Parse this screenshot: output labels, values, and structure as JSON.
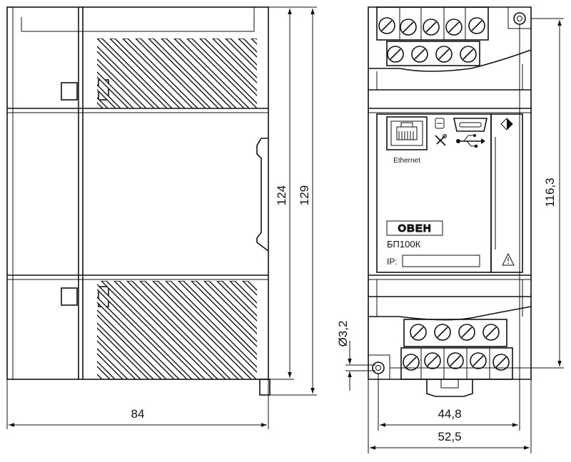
{
  "side_view": {
    "width_label": "84",
    "inner_height_label": "124",
    "total_height_label": "129"
  },
  "front_view": {
    "height_label": "116,3",
    "inner_width_label": "44,8",
    "total_width_label": "52,5",
    "hole_label": "Ø3,2",
    "port_label": "Ethernet",
    "brand_label": "ОВЕН",
    "model_label": "БП100К",
    "ip_label": "IP:"
  },
  "icons": [
    "ethernet-port-icon",
    "usb-icon",
    "service-icon",
    "warning-icon",
    "power-indicator-icon",
    "terminal-screw-icon"
  ]
}
